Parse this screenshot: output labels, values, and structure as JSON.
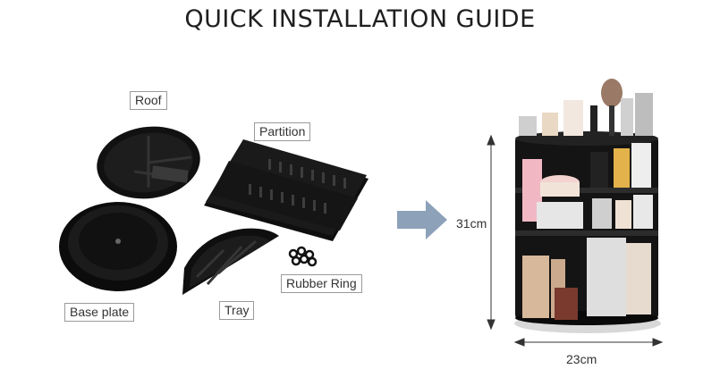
{
  "title": "QUICK INSTALLATION GUIDE",
  "parts": {
    "roof": "Roof",
    "partition": "Partition",
    "rubber_ring": "Rubber Ring",
    "base_plate": "Base plate",
    "tray": "Tray"
  },
  "dimensions": {
    "height": "31cm",
    "width": "23cm"
  },
  "colors": {
    "part": "#111111",
    "arrow": "#8da1b9",
    "text": "#1f1f1f"
  }
}
